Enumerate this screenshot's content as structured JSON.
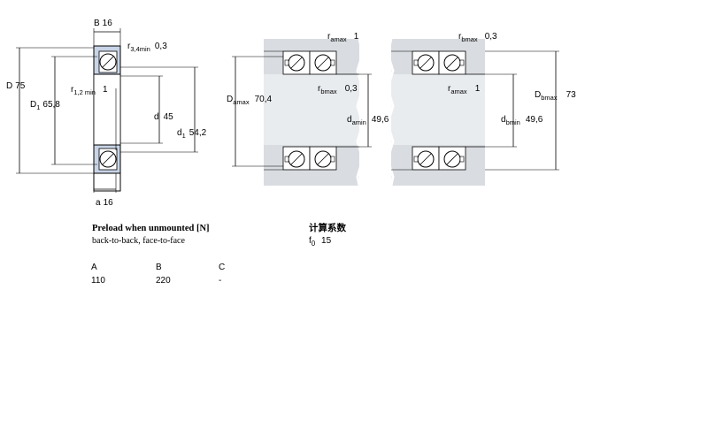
{
  "single": {
    "B": {
      "name": "B",
      "value": "16"
    },
    "r34": {
      "name": "r",
      "sub": "3,4min",
      "value": "0,3"
    },
    "D": {
      "name": "D",
      "value": "75"
    },
    "D1": {
      "name": "D",
      "sub": "1",
      "value": "65,8"
    },
    "r12": {
      "name": "r",
      "sub": "1,2 min",
      "value": "1"
    },
    "d": {
      "name": "d",
      "value": "45"
    },
    "d1": {
      "name": "d",
      "sub": "1",
      "value": "54,2"
    },
    "a": {
      "name": "a",
      "value": "16"
    }
  },
  "abutment": {
    "ramax_left": {
      "name": "r",
      "sub": "amax",
      "value": "1"
    },
    "rbmax_top_right": {
      "name": "r",
      "sub": "bmax",
      "value": "0,3"
    },
    "Damax": {
      "name": "D",
      "sub": "amax",
      "value": "70,4"
    },
    "rbmax_mid_left": {
      "name": "r",
      "sub": "bmax",
      "value": "0,3"
    },
    "ramax_mid_right": {
      "name": "r",
      "sub": "amax",
      "value": "1"
    },
    "Dbmax": {
      "name": "D",
      "sub": "bmax",
      "value": "73"
    },
    "damin": {
      "name": "d",
      "sub": "amin",
      "value": "49,6"
    },
    "dbmin": {
      "name": "d",
      "sub": "bmin",
      "value": "49,6"
    }
  },
  "preload": {
    "title": "Preload when unmounted [N]",
    "arrangement": "back-to-back, face-to-face",
    "columns": [
      "A",
      "B",
      "C"
    ],
    "values": [
      "110",
      "220",
      "-"
    ]
  },
  "factor": {
    "title": "计算系数",
    "name": "f",
    "sub": "0",
    "value": "15"
  },
  "colors": {
    "housing": "#d9dce0",
    "ring_fill": "#c8d4e6",
    "line": "#000000"
  }
}
